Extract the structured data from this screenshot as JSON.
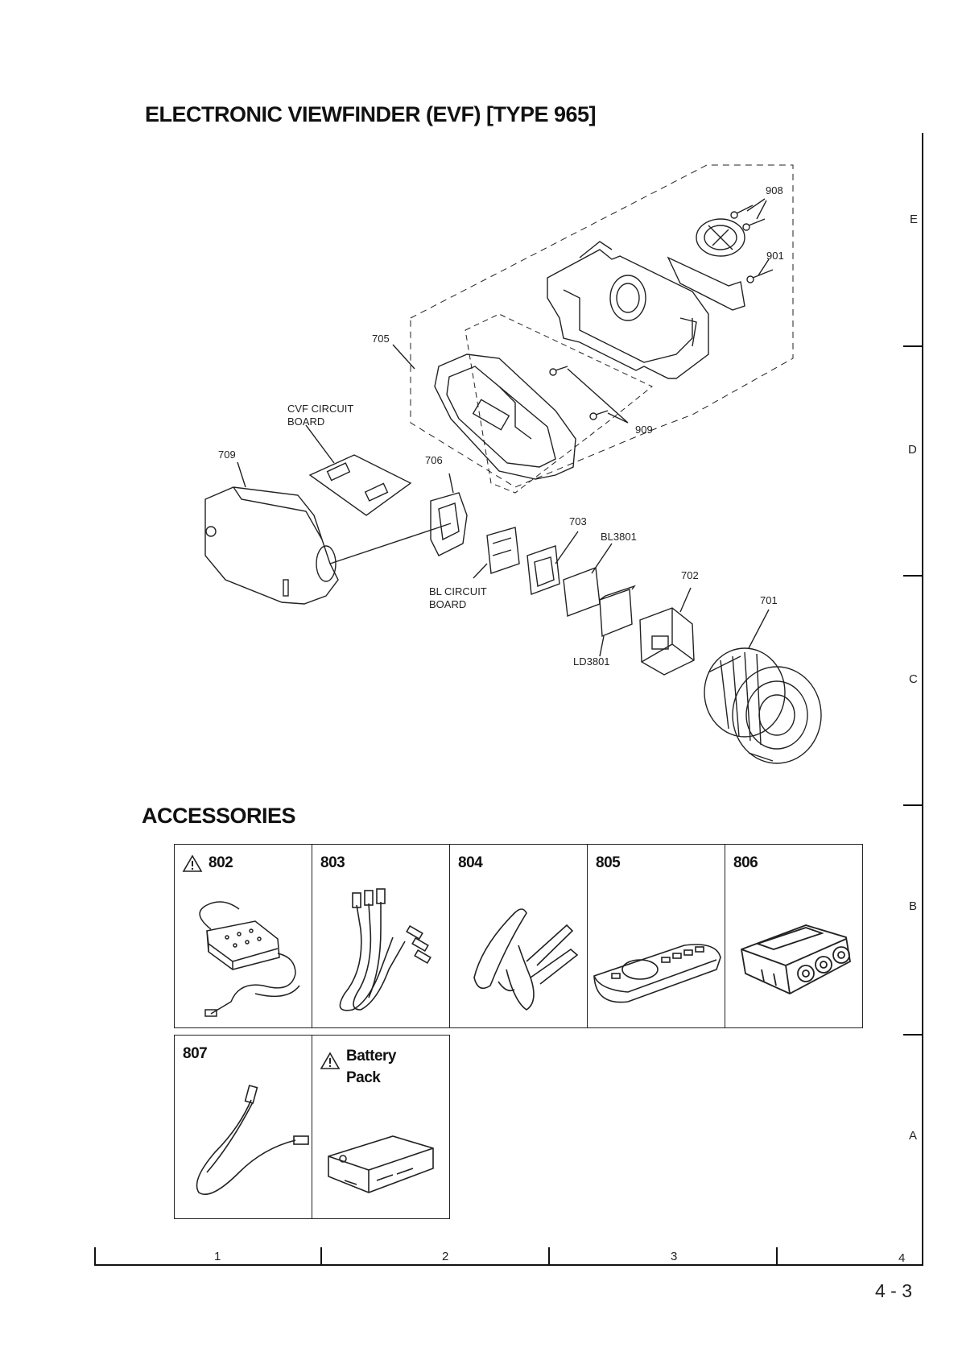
{
  "evf": {
    "title": "ELECTRONIC VIEWFINDER (EVF) [TYPE 965]",
    "callouts": {
      "c908": "908",
      "c901": "901",
      "c705": "705",
      "cvf_line1": "CVF CIRCUIT",
      "cvf_line2": "BOARD",
      "c709": "709",
      "c706": "706",
      "c909": "909",
      "c703": "703",
      "cbl3801": "BL3801",
      "c702": "702",
      "c701": "701",
      "bl_line1": "BL CIRCUIT",
      "bl_line2": "BOARD",
      "cld3801": "LD3801"
    }
  },
  "accessories": {
    "title": "ACCESSORIES",
    "items": [
      {
        "label": "802",
        "warning": true,
        "icon": "ac-adapter-icon"
      },
      {
        "label": "803",
        "warning": false,
        "icon": "av-cable-icon"
      },
      {
        "label": "804",
        "warning": false,
        "icon": "shoulder-strap-icon"
      },
      {
        "label": "805",
        "warning": false,
        "icon": "remote-control-icon"
      },
      {
        "label": "806",
        "warning": false,
        "icon": "scart-adapter-icon"
      },
      {
        "label": "807",
        "warning": false,
        "icon": "s-video-cable-icon"
      },
      {
        "label_line1": "Battery",
        "label_line2": "Pack",
        "warning": true,
        "icon": "battery-pack-icon"
      }
    ]
  },
  "grid": {
    "rows": [
      "E",
      "D",
      "C",
      "B",
      "A"
    ],
    "columns": [
      "1",
      "2",
      "3",
      "4"
    ]
  },
  "page_number": "4 - 3"
}
